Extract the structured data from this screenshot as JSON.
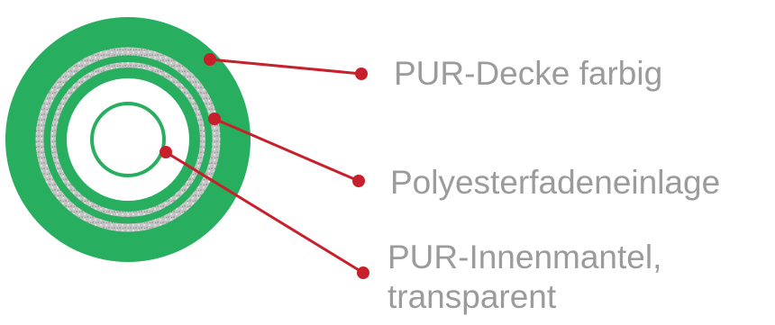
{
  "colors": {
    "jacket_green": "#27ae5e",
    "liner_white": "#ffffff",
    "braid_gray": "#bcbcbc",
    "inner_line_green": "#27ae5e",
    "callout_red": "#c8202b",
    "label_gray": "#9b9b9b"
  },
  "layers": [
    {
      "label": "PUR-Decke farbig"
    },
    {
      "label": "Polyesterfadeneinlage"
    },
    {
      "label_line1": "PUR-Innenmantel,",
      "label_line2": "transparent"
    }
  ]
}
